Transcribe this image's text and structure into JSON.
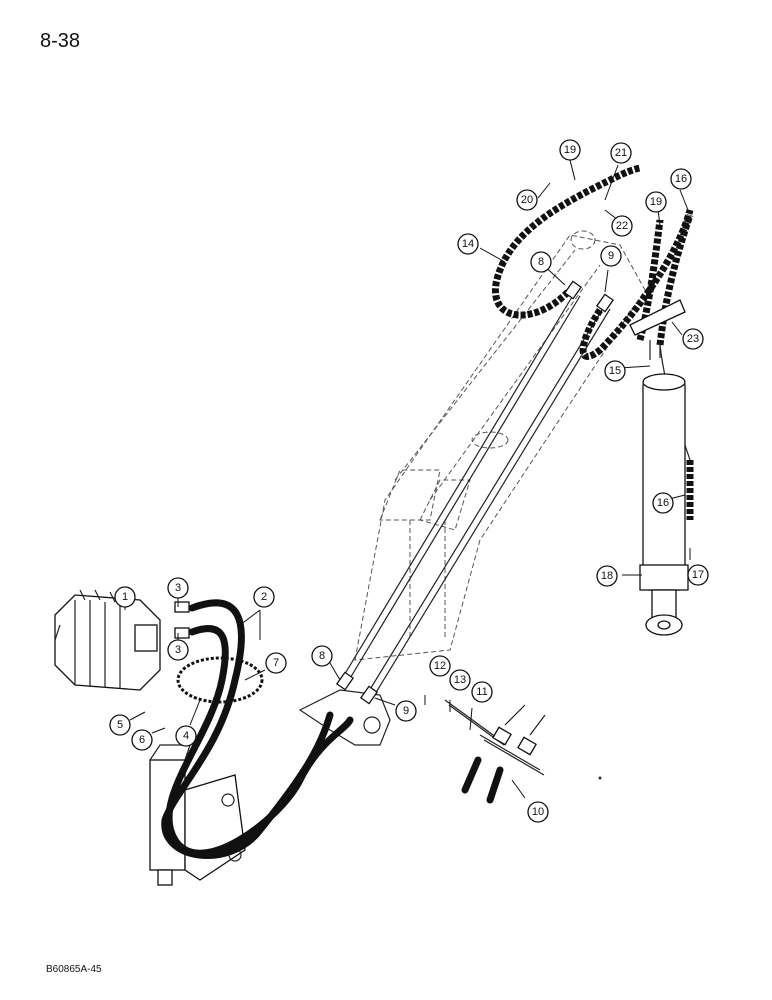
{
  "page": {
    "number": "8-38",
    "doc_code": "B60865A-45"
  },
  "callouts": [
    "1",
    "2",
    "3",
    "3",
    "4",
    "5",
    "6",
    "7",
    "8",
    "9",
    "10",
    "11",
    "12",
    "13",
    "8",
    "9",
    "14",
    "15",
    "16",
    "16",
    "17",
    "18",
    "19",
    "19",
    "20",
    "21",
    "22",
    "23"
  ]
}
